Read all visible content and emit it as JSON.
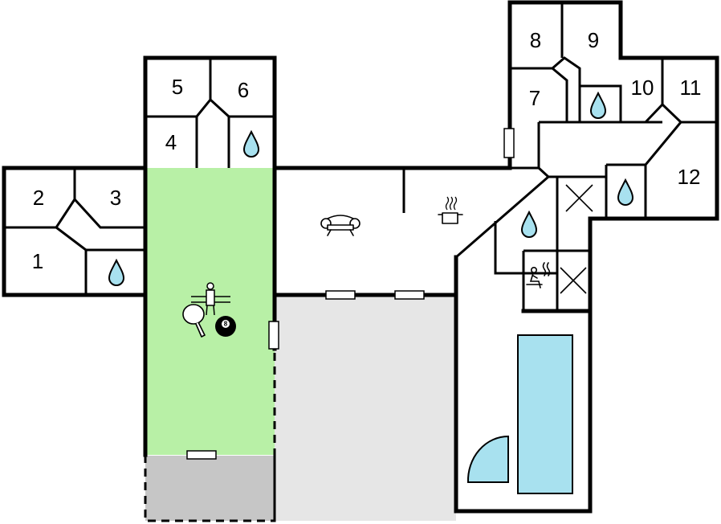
{
  "rooms": [
    {
      "id": "room-1",
      "label": "1"
    },
    {
      "id": "room-2",
      "label": "2"
    },
    {
      "id": "room-3",
      "label": "3"
    },
    {
      "id": "room-4",
      "label": "4"
    },
    {
      "id": "room-5",
      "label": "5"
    },
    {
      "id": "room-6",
      "label": "6"
    },
    {
      "id": "room-7",
      "label": "7"
    },
    {
      "id": "room-8",
      "label": "8"
    },
    {
      "id": "room-9",
      "label": "9"
    },
    {
      "id": "room-10",
      "label": "10"
    },
    {
      "id": "room-11",
      "label": "11"
    },
    {
      "id": "room-12",
      "label": "12"
    }
  ],
  "icons": {
    "billiard_ball_number": "8",
    "shower": "water-drop-icon",
    "sofa": "sofa-icon",
    "kitchen": "cooking-pot-icon",
    "sauna": "sauna-icon",
    "table_tennis": "table-tennis-icon",
    "foosball": "foosball-icon",
    "technical": "cross-icon"
  },
  "colors": {
    "activity_room": "#b8f0a6",
    "terrace": "#e6e6e6",
    "carport": "#c6c6c6",
    "pool": "#a8e1ef",
    "wall": "#000000"
  }
}
